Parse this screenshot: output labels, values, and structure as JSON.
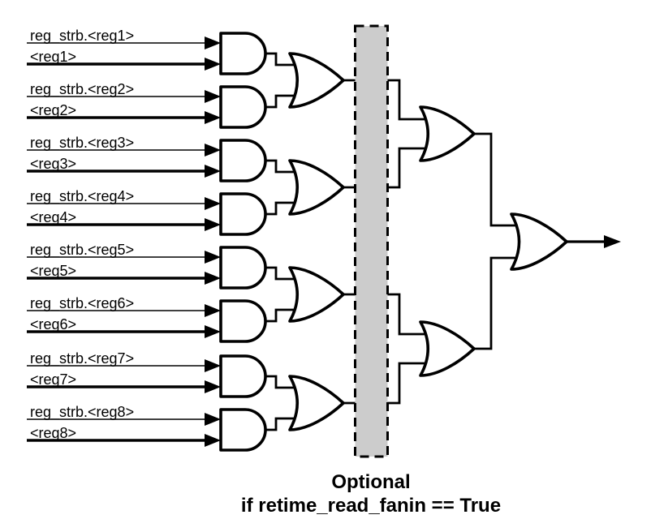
{
  "diagram": {
    "background_color": "#ffffff",
    "line_color": "#000000",
    "inputs": [
      {
        "strobe_label": "reg_strb.<reg1>",
        "value_label": "<reg1>"
      },
      {
        "strobe_label": "reg_strb.<reg2>",
        "value_label": "<reg2>"
      },
      {
        "strobe_label": "reg_strb.<reg3>",
        "value_label": "<reg3>"
      },
      {
        "strobe_label": "reg_strb.<reg4>",
        "value_label": "<reg4>"
      },
      {
        "strobe_label": "reg_strb.<reg5>",
        "value_label": "<reg5>"
      },
      {
        "strobe_label": "reg_strb.<reg6>",
        "value_label": "<reg6>"
      },
      {
        "strobe_label": "reg_strb.<reg7>",
        "value_label": "<reg7>"
      },
      {
        "strobe_label": "reg_strb.<reg8>",
        "value_label": "<reg8>"
      }
    ],
    "gate_stages": {
      "stage1": {
        "type": "AND",
        "count": 8
      },
      "stage2": {
        "type": "OR",
        "count": 4
      },
      "stage3": {
        "type": "OR",
        "count": 2
      },
      "stage4": {
        "type": "OR",
        "count": 1
      }
    },
    "retime_box": {
      "fill_color": "#cccccc",
      "border_color": "#000000",
      "border_style": "dashed"
    },
    "caption": {
      "line1": "Optional",
      "line2": "if retime_read_fanin == True"
    }
  }
}
